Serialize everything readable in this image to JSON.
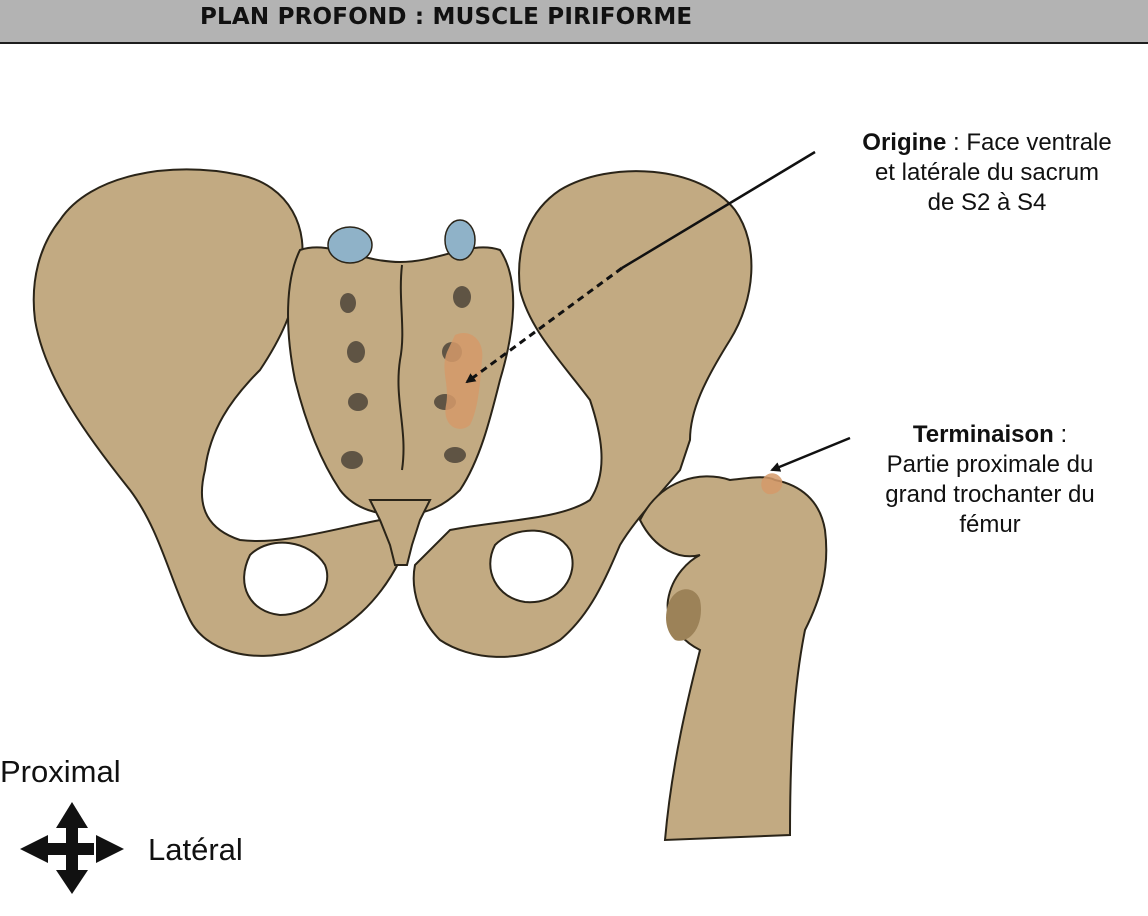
{
  "header": {
    "title": "PLAN PROFOND : MUSCLE PIRIFORME"
  },
  "annotations": {
    "origin": {
      "heading": "Origine",
      "separator": " : ",
      "line1": "Face ventrale",
      "line2": "et latérale du sacrum",
      "line3": "de S2 à S4"
    },
    "termination": {
      "heading": "Terminaison",
      "separator": " :",
      "line1": "Partie proximale du",
      "line2": "grand trochanter du",
      "line3": "fémur"
    }
  },
  "orientation": {
    "proximal": "Proximal",
    "lateral": "Latéral"
  },
  "colors": {
    "header_bg": "#b3b3b3",
    "bone": "#c2aa82",
    "bone_shadow": "#9c8258",
    "bone_outline": "#2a2418",
    "foramen": "#5f5444",
    "cartilage": "#8fb2c8",
    "muscle_insertion": "#d59a6a"
  }
}
